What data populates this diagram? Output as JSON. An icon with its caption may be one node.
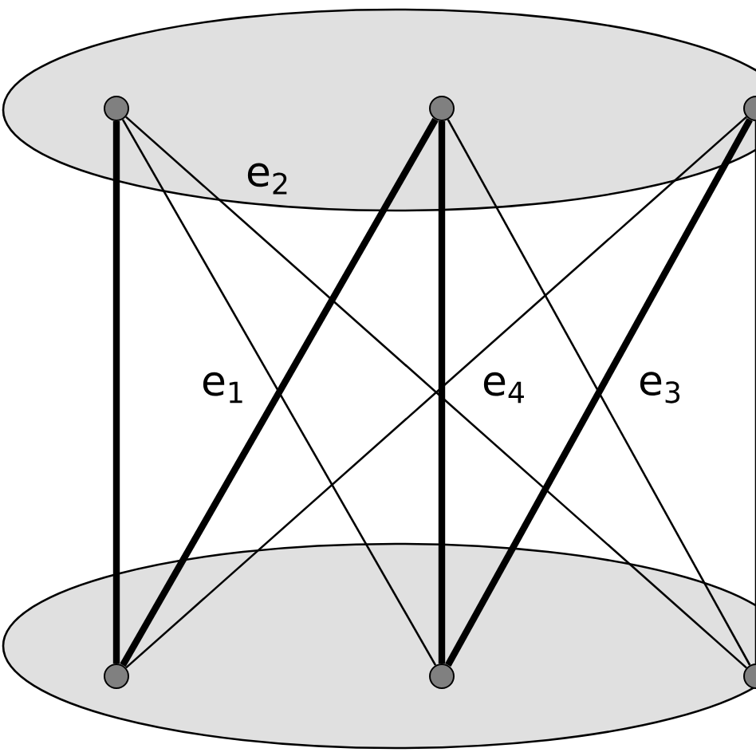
{
  "diagram": {
    "nodes": [
      {
        "text": [],
        "shape": "circle"
      },
      {
        "text": [],
        "shape": "circle"
      },
      {
        "text": [],
        "shape": "circle"
      },
      {
        "text": [],
        "shape": "circle"
      },
      {
        "text": [],
        "shape": "circle"
      },
      {
        "text": [],
        "shape": "circle"
      }
    ],
    "edges": [
      {
        "from": 0,
        "to": 3,
        "arrow": "none",
        "style": "thick"
      },
      {
        "from": 0,
        "to": 4,
        "arrow": "none"
      },
      {
        "from": 0,
        "to": 5,
        "arrow": "none"
      },
      {
        "from": 1,
        "to": 3,
        "arrow": "none",
        "style": "thick"
      },
      {
        "from": 1,
        "to": 4,
        "arrow": "none",
        "style": "thick"
      },
      {
        "from": 1,
        "to": 5,
        "arrow": "none"
      },
      {
        "from": 2,
        "to": 3,
        "arrow": "none"
      },
      {
        "from": 2,
        "to": 4,
        "arrow": "none",
        "style": "thick"
      },
      {
        "from": 2,
        "to": 5,
        "arrow": "none"
      }
    ],
    "labels": [
      "e$_{2}$",
      "e$_{1}$",
      "e$_{4}$",
      "e$_{3}$"
    ]
  }
}
